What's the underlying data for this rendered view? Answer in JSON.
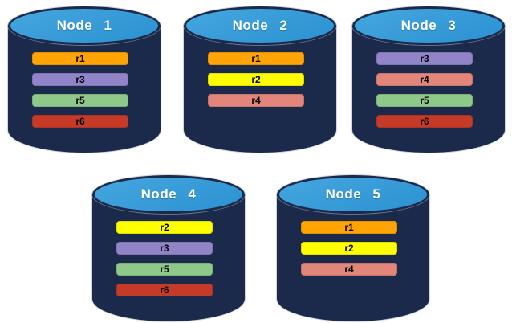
{
  "diagram": {
    "nodes": [
      {
        "label": "Node 1",
        "replicas": [
          "r1",
          "r3",
          "r5",
          "r6"
        ]
      },
      {
        "label": "Node 2",
        "replicas": [
          "r1",
          "r2",
          "r4"
        ]
      },
      {
        "label": "Node 3",
        "replicas": [
          "r3",
          "r4",
          "r5",
          "r6"
        ]
      },
      {
        "label": "Node 4",
        "replicas": [
          "r2",
          "r3",
          "r5",
          "r6"
        ]
      },
      {
        "label": "Node 5",
        "replicas": [
          "r1",
          "r2",
          "r4"
        ]
      }
    ],
    "replica_colors": {
      "r1": "#FFA402",
      "r2": "#FFFF00",
      "r3": "#9184C8",
      "r4": "#E2867B",
      "r5": "#8FC98A",
      "r6": "#C63A28"
    },
    "colors": {
      "background": "#FFFFFF",
      "cylinder_body": "#1B2A4A",
      "cylinder_top": "#3199D8",
      "node_label_text": "#FFFFFF",
      "replica_label_text": "#000000"
    }
  }
}
